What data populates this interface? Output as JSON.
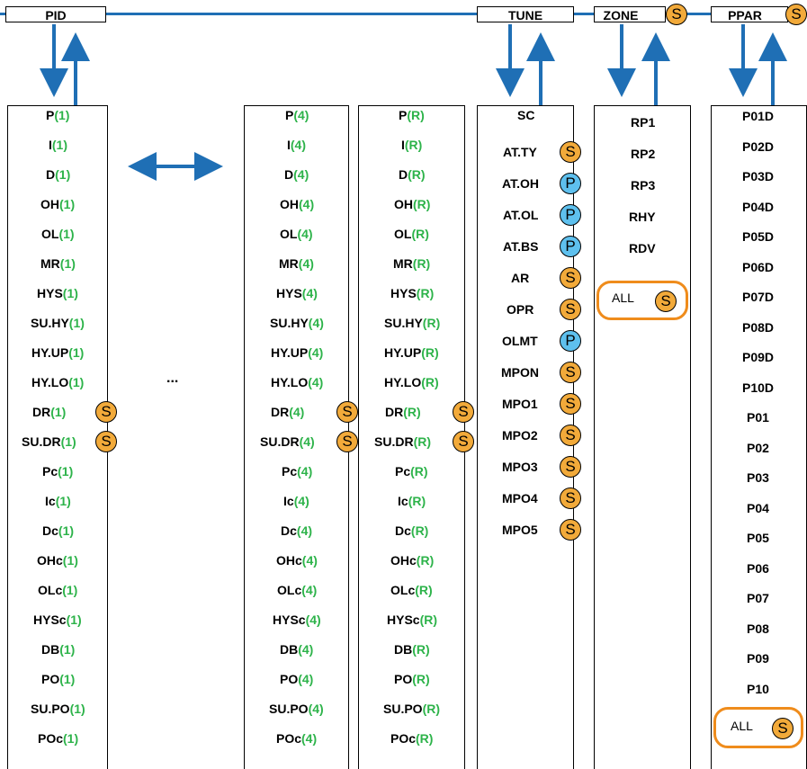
{
  "colors": {
    "line": "#1f6fb5",
    "suffix": "#2db34a",
    "s_badge": "#f2aa3a",
    "p_badge": "#5ec0ee",
    "all_border": "#ef8c1c"
  },
  "headers": {
    "pid": "PID",
    "tune": "TUNE",
    "zone": "ZONE",
    "ppar": "PPAR"
  },
  "pid_params": [
    "P",
    "I",
    "D",
    "OH",
    "OL",
    "MR",
    "HYS",
    "SU.HY",
    "HY.UP",
    "HY.LO",
    "DR",
    "SU.DR",
    "Pc",
    "Ic",
    "Dc",
    "OHc",
    "OLc",
    "HYSc",
    "DB",
    "PO",
    "SU.PO",
    "POc"
  ],
  "pid_badges": {
    "DR": "S",
    "SU.DR": "S"
  },
  "pid_groups": [
    {
      "suffix": "(1)"
    },
    {
      "suffix": "(4)"
    },
    {
      "suffix": "(R)"
    }
  ],
  "ellipsis": "...",
  "tune": [
    {
      "name": "SC",
      "badge": ""
    },
    {
      "name": "AT.TY",
      "badge": "S"
    },
    {
      "name": "AT.OH",
      "badge": "P"
    },
    {
      "name": "AT.OL",
      "badge": "P"
    },
    {
      "name": "AT.BS",
      "badge": "P"
    },
    {
      "name": "AR",
      "badge": "S"
    },
    {
      "name": "OPR",
      "badge": "S"
    },
    {
      "name": "OLMT",
      "badge": "P"
    },
    {
      "name": "MPON",
      "badge": "S"
    },
    {
      "name": "MPO1",
      "badge": "S"
    },
    {
      "name": "MPO2",
      "badge": "S"
    },
    {
      "name": "MPO3",
      "badge": "S"
    },
    {
      "name": "MPO4",
      "badge": "S"
    },
    {
      "name": "MPO5",
      "badge": "S"
    }
  ],
  "zone": [
    "RP1",
    "RP2",
    "RP3",
    "RHY",
    "RDV"
  ],
  "ppar": [
    "P01D",
    "P02D",
    "P03D",
    "P04D",
    "P05D",
    "P06D",
    "P07D",
    "P08D",
    "P09D",
    "P10D",
    "P01",
    "P02",
    "P03",
    "P04",
    "P05",
    "P06",
    "P07",
    "P08",
    "P09",
    "P10"
  ],
  "all_label": "ALL",
  "badge_s": "S",
  "badge_p": "P"
}
